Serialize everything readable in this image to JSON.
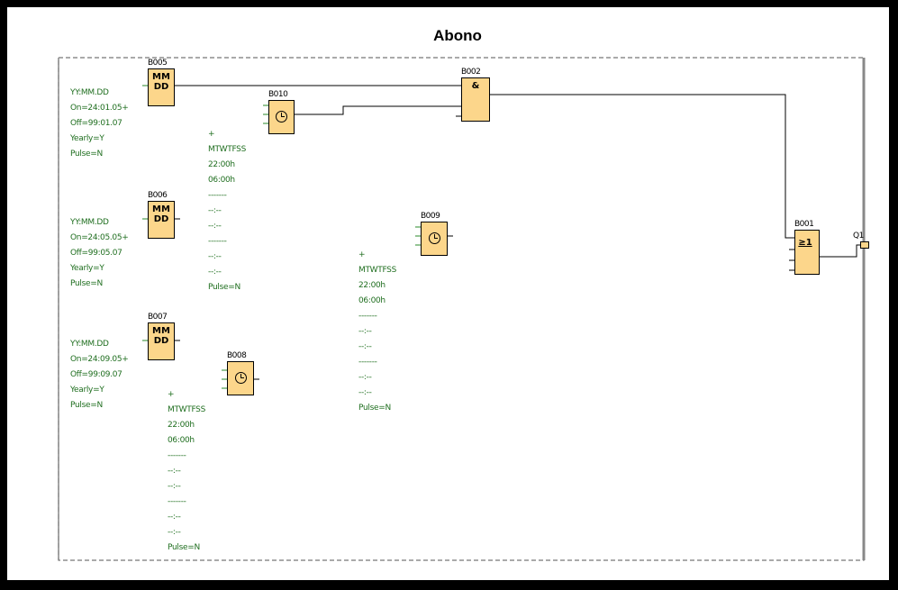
{
  "title": "Abono",
  "blocks": {
    "B005": {
      "label": "B005",
      "symbol_top": "MM",
      "symbol_bottom": "DD"
    },
    "B006": {
      "label": "B006",
      "symbol_top": "MM",
      "symbol_bottom": "DD"
    },
    "B007": {
      "label": "B007",
      "symbol_top": "MM",
      "symbol_bottom": "DD"
    },
    "B010": {
      "label": "B010"
    },
    "B009": {
      "label": "B009"
    },
    "B008": {
      "label": "B008"
    },
    "B002": {
      "label": "B002",
      "symbol": "&"
    },
    "B001": {
      "label": "B001",
      "symbol": "≥1"
    },
    "Q1": {
      "label": "Q1"
    }
  },
  "params": {
    "B005": "YY:MM.DD\nOn=24:01.05+\nOff=99:01.07\nYearly=Y\nPulse=N",
    "B006": "YY:MM.DD\nOn=24:05.05+\nOff=99:05.07\nYearly=Y\nPulse=N",
    "B007": "YY:MM.DD\nOn=24:09.05+\nOff=99:09.07\nYearly=Y\nPulse=N",
    "B010": "+\nMTWTFSS\n22:00h\n06:00h\n-------\n--:--\n--:--\n-------\n--:--\n--:--\nPulse=N",
    "B009": "+\nMTWTFSS\n22:00h\n06:00h\n-------\n--:--\n--:--\n-------\n--:--\n--:--\nPulse=N",
    "B008": "+\nMTWTFSS\n22:00h\n06:00h\n-------\n--:--\n--:--\n-------\n--:--\n--:--\nPulse=N"
  }
}
